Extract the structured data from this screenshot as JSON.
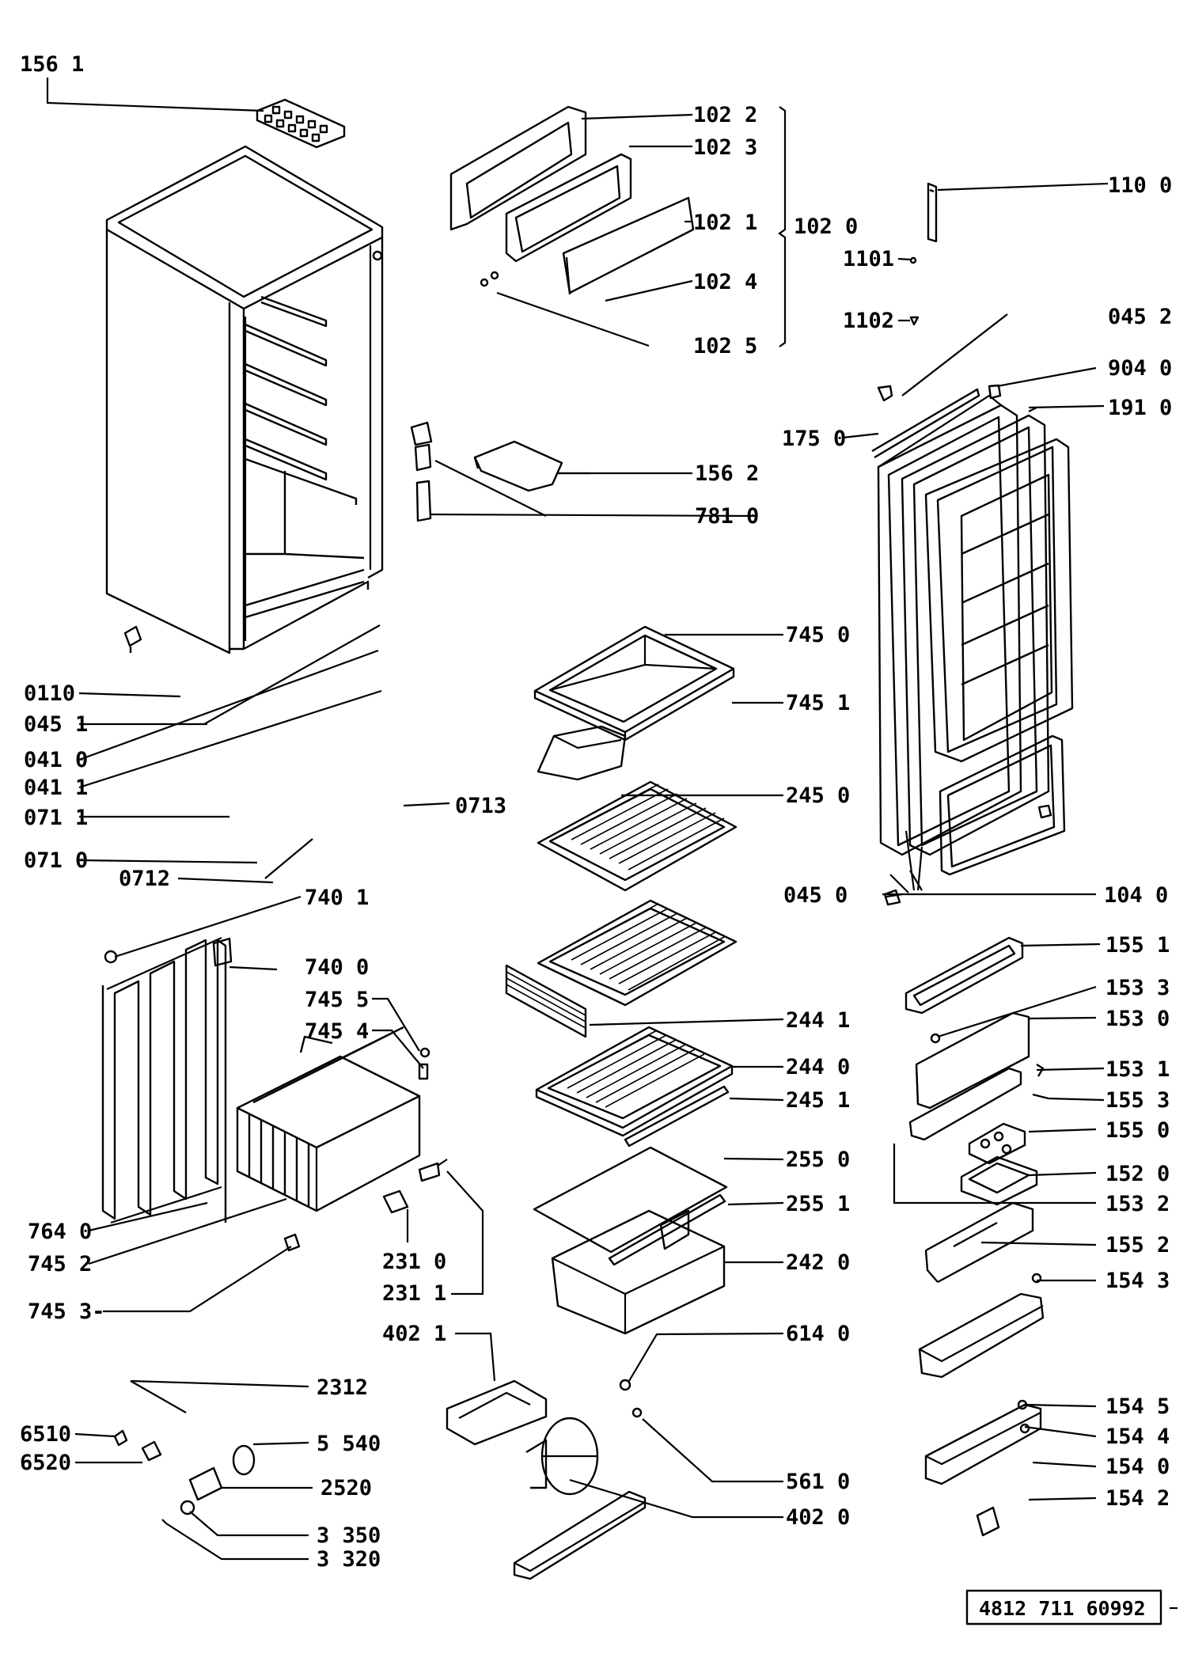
{
  "reference_number": "4812 711 60992",
  "labels": [
    {
      "id": "p1561",
      "text": "156 1"
    },
    {
      "id": "p1022",
      "text": "102 2"
    },
    {
      "id": "p1023",
      "text": "102 3"
    },
    {
      "id": "p1021",
      "text": "102 1"
    },
    {
      "id": "p1020",
      "text": "102 0"
    },
    {
      "id": "p1024",
      "text": "102 4"
    },
    {
      "id": "p1025",
      "text": "102 5"
    },
    {
      "id": "p1100",
      "text": "110 0"
    },
    {
      "id": "p1101",
      "text": "1101"
    },
    {
      "id": "p1102",
      "text": "1102"
    },
    {
      "id": "p0452",
      "text": "045 2"
    },
    {
      "id": "p9040",
      "text": "904 0"
    },
    {
      "id": "p1910",
      "text": "191 0"
    },
    {
      "id": "p1750",
      "text": "175 0"
    },
    {
      "id": "p1562",
      "text": "156 2"
    },
    {
      "id": "p7810",
      "text": "781 0"
    },
    {
      "id": "p7450",
      "text": "745 0"
    },
    {
      "id": "p7451",
      "text": "745 1"
    },
    {
      "id": "p0110",
      "text": "0110"
    },
    {
      "id": "p0451",
      "text": "045 1"
    },
    {
      "id": "p0410",
      "text": "041 0"
    },
    {
      "id": "p0411",
      "text": "041 1"
    },
    {
      "id": "p0711",
      "text": "071 1"
    },
    {
      "id": "p0713",
      "text": "0713"
    },
    {
      "id": "p2450",
      "text": "245 0"
    },
    {
      "id": "p0710",
      "text": "071 0"
    },
    {
      "id": "p0712",
      "text": "0712"
    },
    {
      "id": "p7401",
      "text": "740 1"
    },
    {
      "id": "p0450",
      "text": "045 0"
    },
    {
      "id": "p1040",
      "text": "104 0"
    },
    {
      "id": "p7400",
      "text": "740 0"
    },
    {
      "id": "p1551",
      "text": "155 1"
    },
    {
      "id": "p7455",
      "text": "745 5"
    },
    {
      "id": "p1533",
      "text": "153 3"
    },
    {
      "id": "p7454",
      "text": "745 4"
    },
    {
      "id": "p2441",
      "text": "244 1"
    },
    {
      "id": "p1530",
      "text": "153 0"
    },
    {
      "id": "p2440",
      "text": "244 0"
    },
    {
      "id": "p1531",
      "text": "153 1"
    },
    {
      "id": "p2451",
      "text": "245 1"
    },
    {
      "id": "p1553",
      "text": "155 3"
    },
    {
      "id": "p1550",
      "text": "155 0"
    },
    {
      "id": "p2550",
      "text": "255 0"
    },
    {
      "id": "p1520",
      "text": "152 0"
    },
    {
      "id": "p2551",
      "text": "255 1"
    },
    {
      "id": "p1532",
      "text": "153 2"
    },
    {
      "id": "p7640",
      "text": "764 0"
    },
    {
      "id": "p7452",
      "text": "745 2"
    },
    {
      "id": "p2310",
      "text": "231 0"
    },
    {
      "id": "p2420",
      "text": "242 0"
    },
    {
      "id": "p1552",
      "text": "155 2"
    },
    {
      "id": "p2311",
      "text": "231 1"
    },
    {
      "id": "p1543",
      "text": "154 3"
    },
    {
      "id": "p7453",
      "text": "745 3-"
    },
    {
      "id": "p4021",
      "text": "402 1"
    },
    {
      "id": "p6140",
      "text": "614 0"
    },
    {
      "id": "p2312",
      "text": "2312"
    },
    {
      "id": "p1545",
      "text": "154 5"
    },
    {
      "id": "p6510",
      "text": "6510"
    },
    {
      "id": "p5540",
      "text": "5 540"
    },
    {
      "id": "p1544",
      "text": "154 4"
    },
    {
      "id": "p6520",
      "text": "6520"
    },
    {
      "id": "p5610",
      "text": "561 0"
    },
    {
      "id": "p1540",
      "text": "154 0"
    },
    {
      "id": "p2520",
      "text": "2520"
    },
    {
      "id": "p1542",
      "text": "154 2"
    },
    {
      "id": "p4020",
      "text": "402 0"
    },
    {
      "id": "p3350",
      "text": "3 350"
    },
    {
      "id": "p3320",
      "text": "3 320"
    }
  ]
}
